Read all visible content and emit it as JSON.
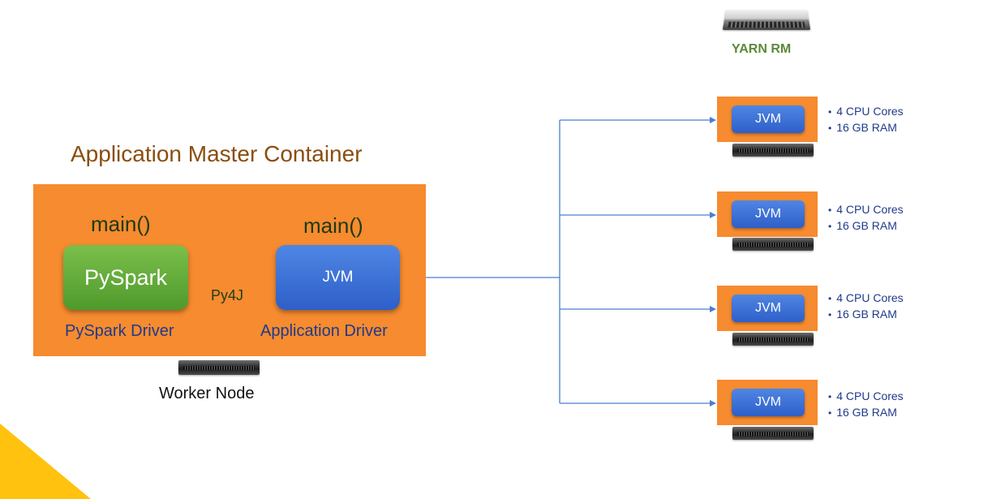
{
  "colors": {
    "container_orange": "#f68b2f",
    "pyspark_green": "#5aa735",
    "jvm_blue": "#3b6fd6",
    "connector_blue": "#4a7fd0",
    "py4j_arrow_green": "#3f8a2a",
    "corner_yellow": "#ffc20e"
  },
  "icons": {
    "server": "rack-server-icon"
  },
  "resource_manager": {
    "label": "YARN RM"
  },
  "application_master": {
    "title": "Application Master Container",
    "pyspark": {
      "main_label": "main()",
      "box_label": "PySpark",
      "driver_label": "PySpark Driver"
    },
    "jvm": {
      "main_label": "main()",
      "box_label": "JVM",
      "driver_label": "Application Driver"
    },
    "bridge_label": "Py4J",
    "node_label": "Worker Node"
  },
  "executors": [
    {
      "jvm_label": "JVM",
      "specs": [
        "4 CPU Cores",
        "16 GB RAM"
      ]
    },
    {
      "jvm_label": "JVM",
      "specs": [
        "4 CPU Cores",
        "16 GB RAM"
      ]
    },
    {
      "jvm_label": "JVM",
      "specs": [
        "4 CPU Cores",
        "16 GB RAM"
      ]
    },
    {
      "jvm_label": "JVM",
      "specs": [
        "4 CPU Cores",
        "16 GB RAM"
      ]
    }
  ]
}
